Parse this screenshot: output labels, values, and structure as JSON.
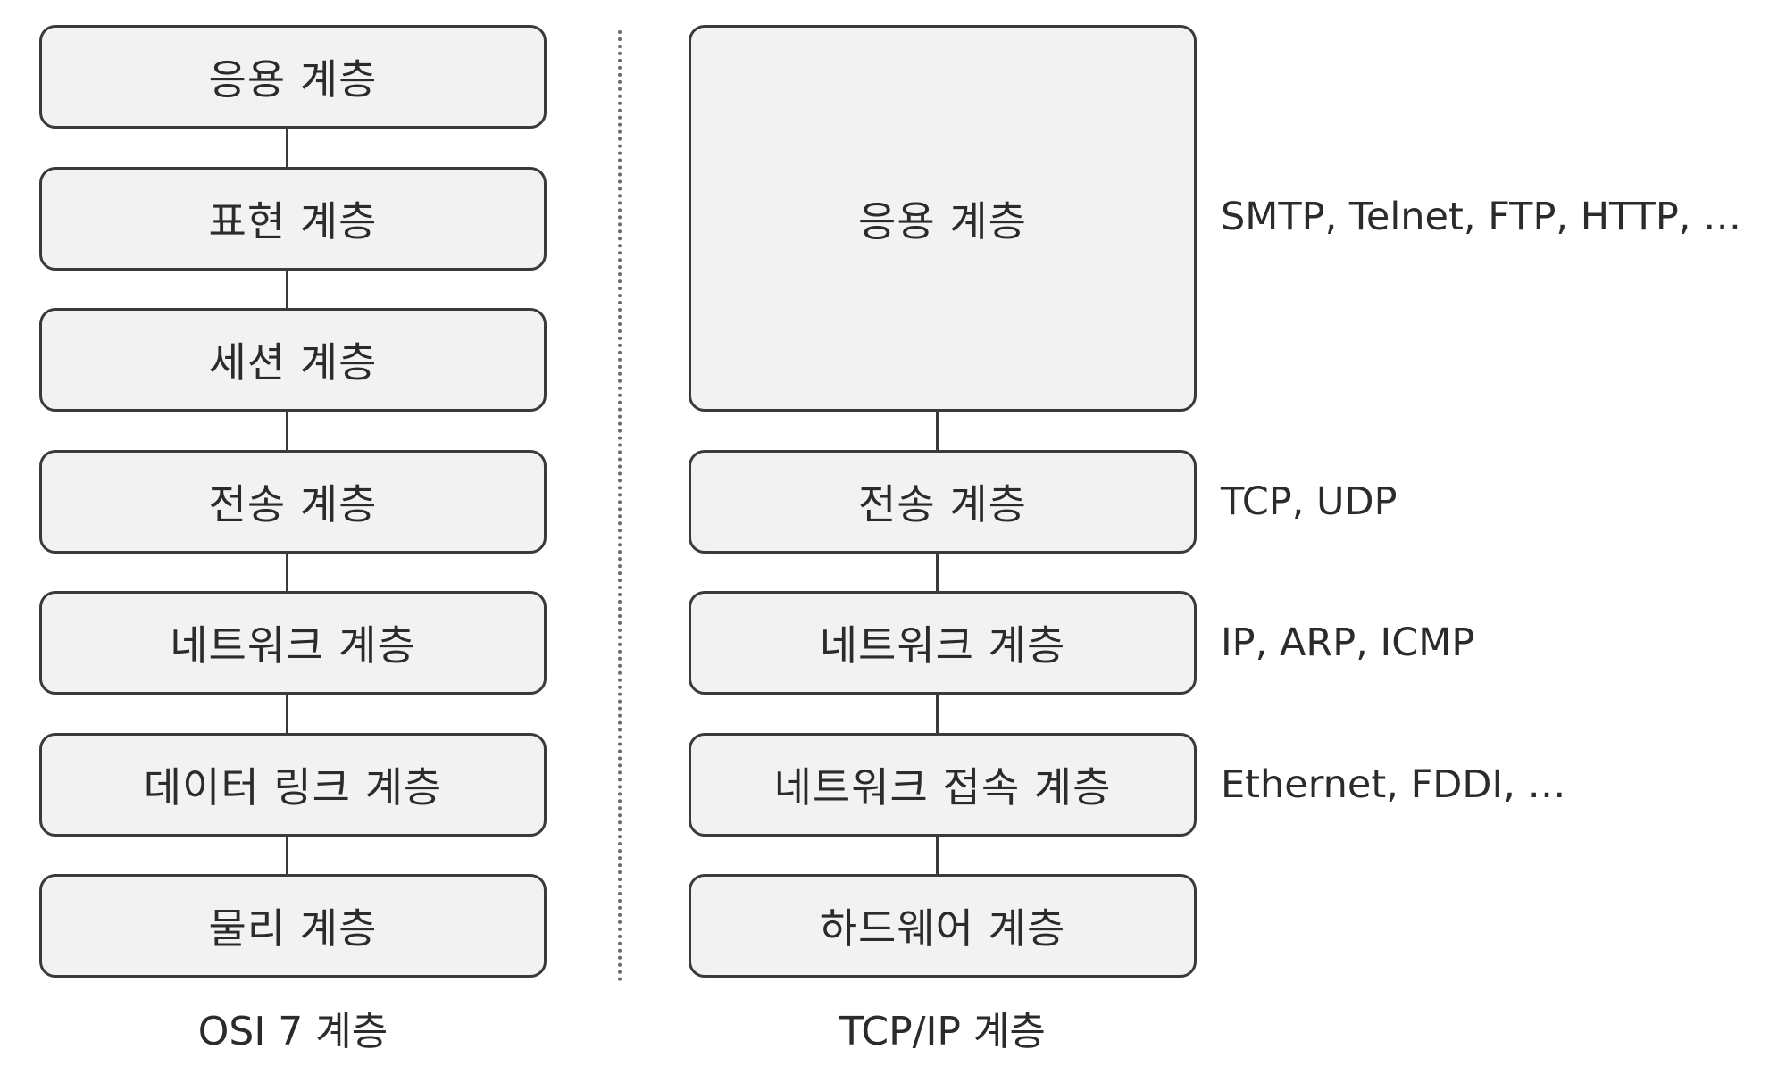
{
  "osi_model": {
    "caption": "OSI 7 계층",
    "layers": [
      "응용 계층",
      "표현 계층",
      "세션 계층",
      "전송 계층",
      "네트워크 계층",
      "데이터 링크 계층",
      "물리 계층"
    ]
  },
  "tcpip_model": {
    "caption": "TCP/IP 계층",
    "layers": [
      {
        "name": "응용 계층",
        "protocols": "SMTP, Telnet, FTP, HTTP, …"
      },
      {
        "name": "전송 계층",
        "protocols": "TCP, UDP"
      },
      {
        "name": "네트워크 계층",
        "protocols": "IP, ARP, ICMP"
      },
      {
        "name": "네트워크 접속 계층",
        "protocols": "Ethernet, FDDI, …"
      },
      {
        "name": "하드웨어 계층",
        "protocols": ""
      }
    ]
  },
  "colors": {
    "box_fill": "#f2f2f2",
    "box_border": "#3a3a3a",
    "text": "#2b2b2b",
    "divider": "#6a6a6a"
  }
}
